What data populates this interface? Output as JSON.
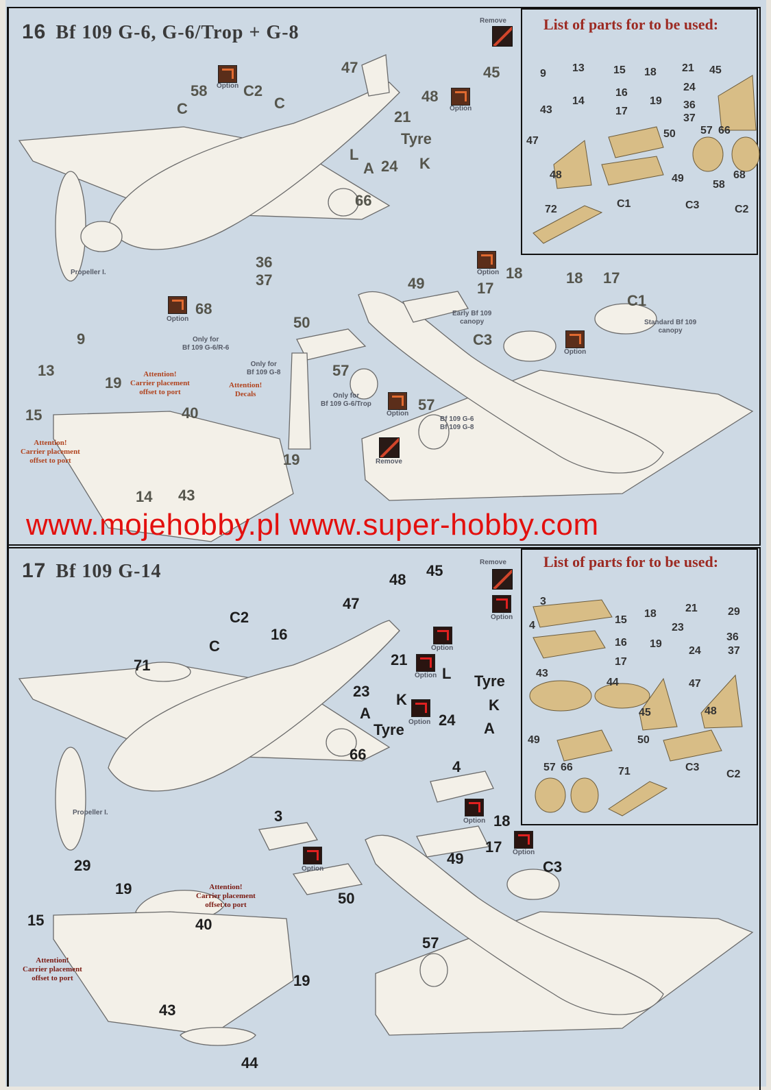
{
  "watermark": "www.mojehobby.pl www.super-hobby.com",
  "colors": {
    "background": "#cdd9e4",
    "part_tan": "#d8bd86",
    "note_red": "#b0431e",
    "watermark": "#e3100e"
  },
  "icons": {
    "option": "option-paint-icon",
    "remove": "remove-cut-icon"
  },
  "s16": {
    "number": "16",
    "title": "Bf 109 G-6, G-6/Trop + G-8",
    "legend_title": "List of parts for to be used:",
    "legend_parts": [
      "9",
      "13",
      "15",
      "18",
      "21",
      "45",
      "16",
      "24",
      "19",
      "36",
      "37",
      "17",
      "43",
      "14",
      "47",
      "50",
      "57",
      "66",
      "48",
      "49",
      "58",
      "68",
      "72",
      "C1",
      "C3",
      "C2"
    ],
    "callouts": [
      "47",
      "45",
      "48",
      "58",
      "C2",
      "C",
      "C",
      "21",
      "Tyre",
      "L",
      "A",
      "24",
      "K",
      "66",
      "36",
      "37",
      "68",
      "18",
      "17",
      "49",
      "C3",
      "18",
      "17",
      "C1",
      "50",
      "9",
      "13",
      "19",
      "57",
      "57",
      "15",
      "40",
      "19",
      "43",
      "14"
    ],
    "option": "Option",
    "remove": "Remove",
    "propeller": "Propeller I.",
    "notes": {
      "early_canopy": "Early Bf 109\ncanopy",
      "standard_canopy": "Standard Bf 109\ncanopy",
      "only_r6": "Only for\nBf 109 G-6/R-6",
      "only_g8": "Only for\nBf 109 G-8",
      "only_trop": "Only for\nBf 109 G-6/Trop",
      "g6_g8": "Bf 109 G-6\nBf 109 G-8",
      "attention_carrier": "Attention!\nCarrier placement\noffset to port",
      "attention_decals": "Attention!\nDecals",
      "attention_carrier2": "Attention!\nCarrier placement\noffset to port"
    }
  },
  "s17": {
    "number": "17",
    "title": "Bf 109 G-14",
    "legend_title": "List of parts for to be used:",
    "legend_parts": [
      "3",
      "15",
      "18",
      "21",
      "29",
      "4",
      "23",
      "36",
      "16",
      "19",
      "24",
      "37",
      "17",
      "43",
      "44",
      "47",
      "45",
      "48",
      "49",
      "50",
      "57",
      "66",
      "71",
      "C3",
      "C2"
    ],
    "callouts": [
      "45",
      "48",
      "47",
      "C2",
      "C",
      "16",
      "71",
      "21",
      "23",
      "L",
      "Tyre",
      "K",
      "K",
      "A",
      "24",
      "A",
      "Tyre",
      "66",
      "4",
      "3",
      "18",
      "49",
      "17",
      "C3",
      "50",
      "29",
      "19",
      "15",
      "40",
      "57",
      "19",
      "43",
      "44"
    ],
    "option": "Option",
    "remove": "Remove",
    "propeller": "Propeller I.",
    "notes": {
      "attention_carrier": "Attention!\nCarrier placement\noffset to port",
      "attention_carrier2": "Attention!\nCarrier placement\noffset to port"
    }
  }
}
